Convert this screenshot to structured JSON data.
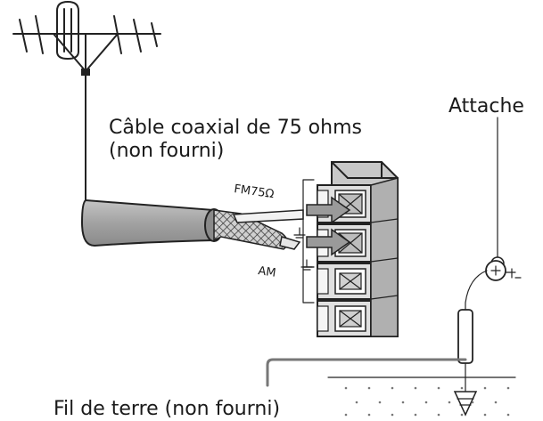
{
  "labels": {
    "coax_line1": "Câble coaxial de 75 ohms",
    "coax_line2": "(non fourni)",
    "attache": "Attache",
    "fm": "FM75Ω",
    "am": "AM",
    "ground_wire": "Fil de terre (non fourni)"
  },
  "colors": {
    "line": "#222222",
    "cable_fill": "#a8a8a8",
    "block_fill": "#dcdcdc",
    "block_side": "#bdbdbd",
    "arrow_fill": "#9a9a9a",
    "ground_dots": "#777777"
  }
}
